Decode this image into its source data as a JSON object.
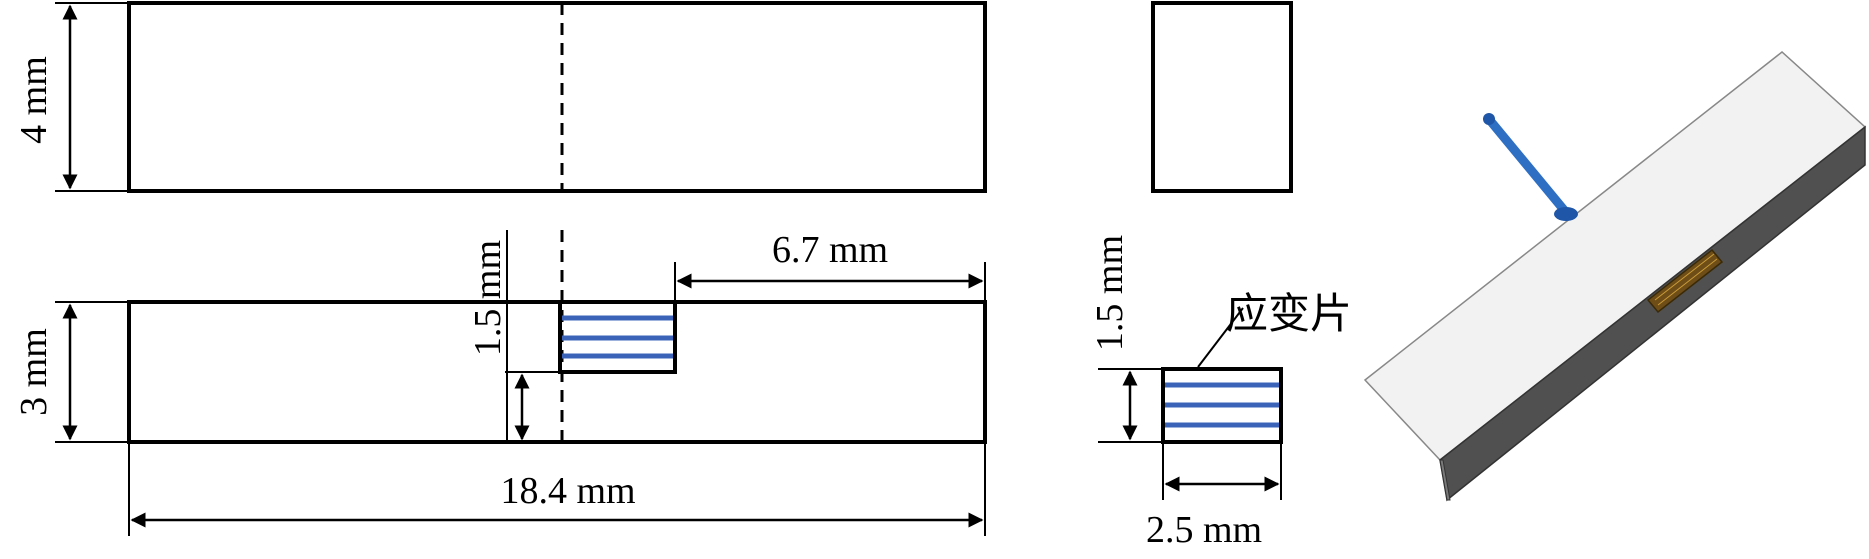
{
  "dimensions": {
    "height_side": "4 mm",
    "height_front": "3 mm",
    "length_total": "18.4 mm",
    "offset_right": "6.7 mm",
    "gauge_height_front": "1.5 mm",
    "gauge_height_side": "1.5 mm",
    "gauge_width": "2.5 mm"
  },
  "labels": {
    "strain_gauge": "应变片"
  },
  "colors": {
    "gauge_line": "#3b64b8",
    "box_top": "#f2f2f2",
    "box_front": "#505050",
    "box_end": "#7a7a7a",
    "rod": "#2e6fc4",
    "gauge_patch": "#6e4d16"
  }
}
